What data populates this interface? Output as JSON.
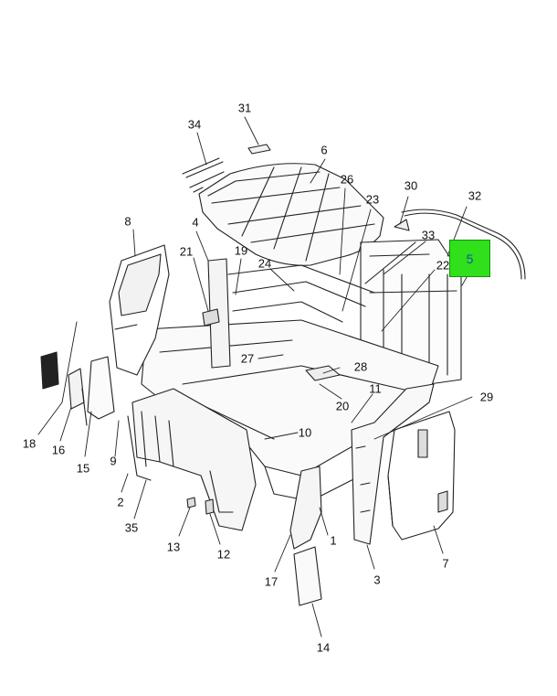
{
  "figure": {
    "highlight_color": "#2fe01a",
    "highlight_part": "5",
    "callouts": [
      "1",
      "2",
      "3",
      "4",
      "6",
      "7",
      "8",
      "9",
      "10",
      "11",
      "12",
      "13",
      "14",
      "15",
      "16",
      "17",
      "18",
      "19",
      "20",
      "21",
      "22",
      "23",
      "24",
      "26",
      "27",
      "28",
      "29",
      "30",
      "31",
      "32",
      "33",
      "34",
      "35"
    ]
  }
}
